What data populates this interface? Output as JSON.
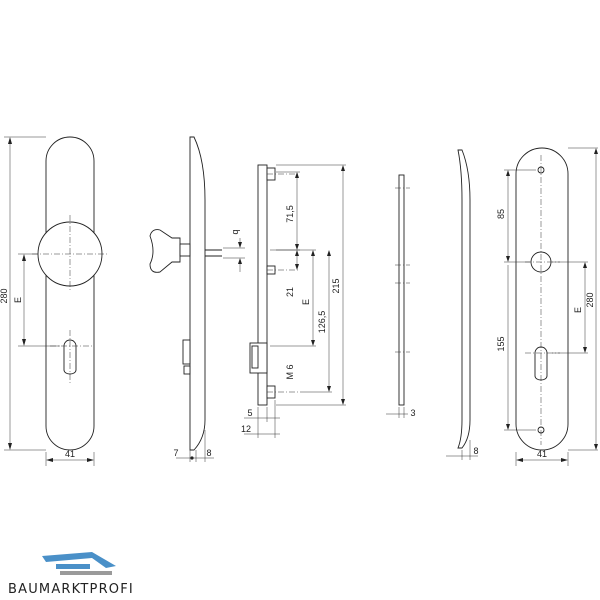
{
  "dimensions": {
    "front_height": "280",
    "front_e": "E",
    "front_width": "41",
    "side_left": "7",
    "side_right": "8",
    "knob_q": "q",
    "back_71": "71,5",
    "back_21": "21",
    "back_126": "126,5",
    "back_215": "215",
    "back_e": "E",
    "back_m6": "M 6",
    "back_5": "5",
    "back_12": "12",
    "thin_3": "3",
    "edge_8": "8",
    "rear_85": "85",
    "rear_155": "155",
    "rear_e": "E",
    "rear_280": "280",
    "rear_width": "41"
  },
  "logo": {
    "text": "BAUMARKTPROFI",
    "accent_color": "#4a90c8"
  }
}
